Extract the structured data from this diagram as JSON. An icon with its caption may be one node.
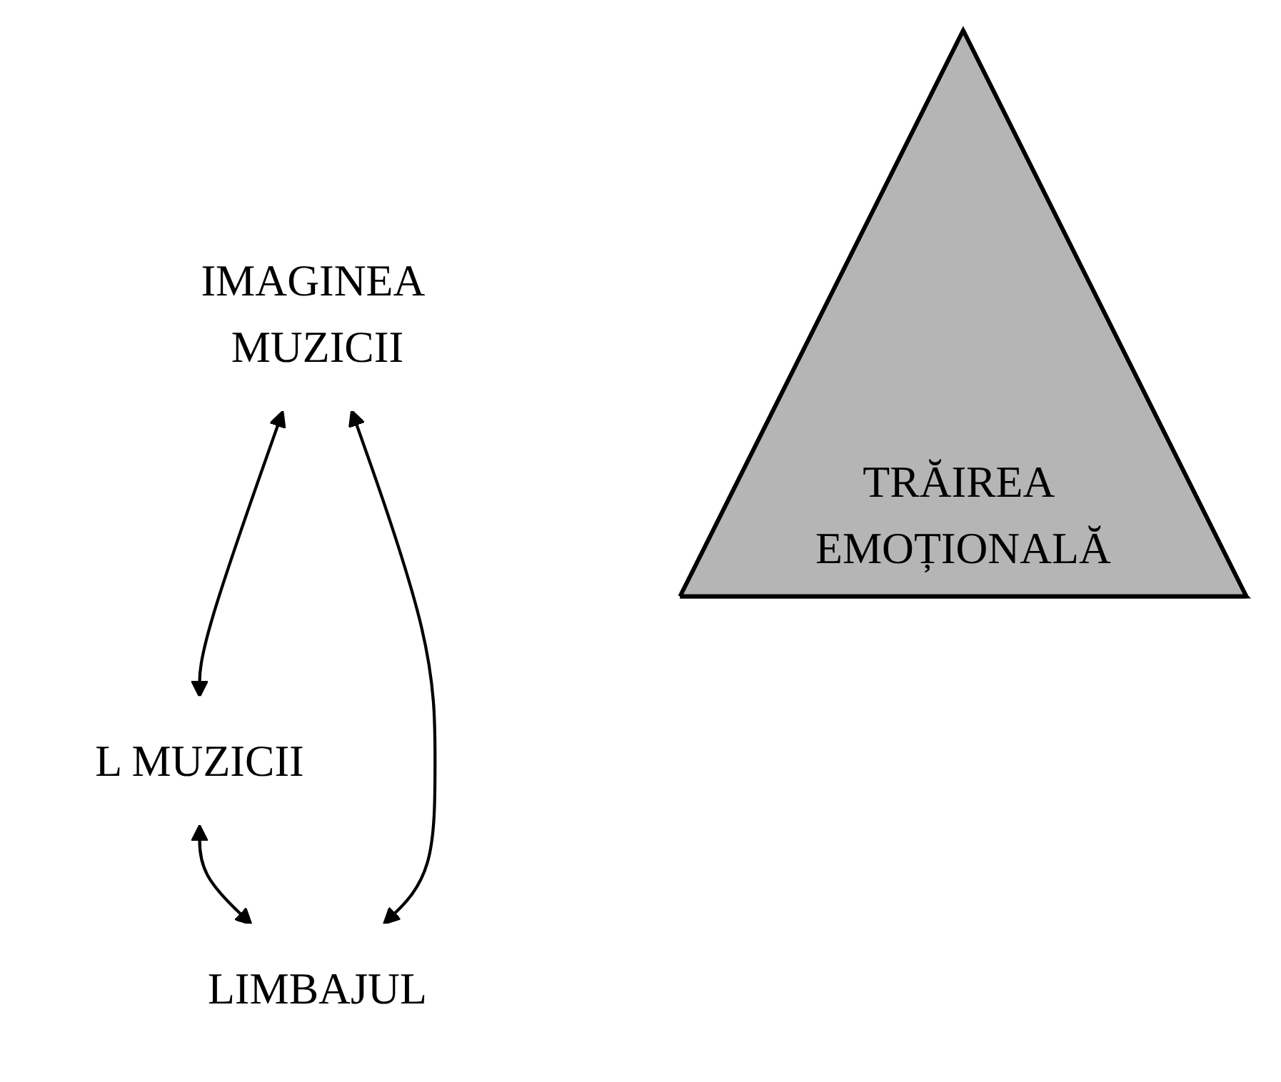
{
  "diagram": {
    "nodes": [
      {
        "text": [
          "IMAGINEA MUZICII"
        ]
      },
      {
        "text": [
          "LIMBAJUL"
        ]
      },
      {
        "text": [
          "TRĂIREA EMOȚIONALĂ"
        ]
      },
      {
        "text": [
          "L MUZICII"
        ]
      }
    ],
    "edges": [
      {
        "from": 1,
        "to": 0,
        "arrow": "both"
      },
      {
        "from": 0,
        "to": 3,
        "arrow": "both"
      },
      {
        "from": 3,
        "to": 1,
        "arrow": "both"
      }
    ]
  }
}
